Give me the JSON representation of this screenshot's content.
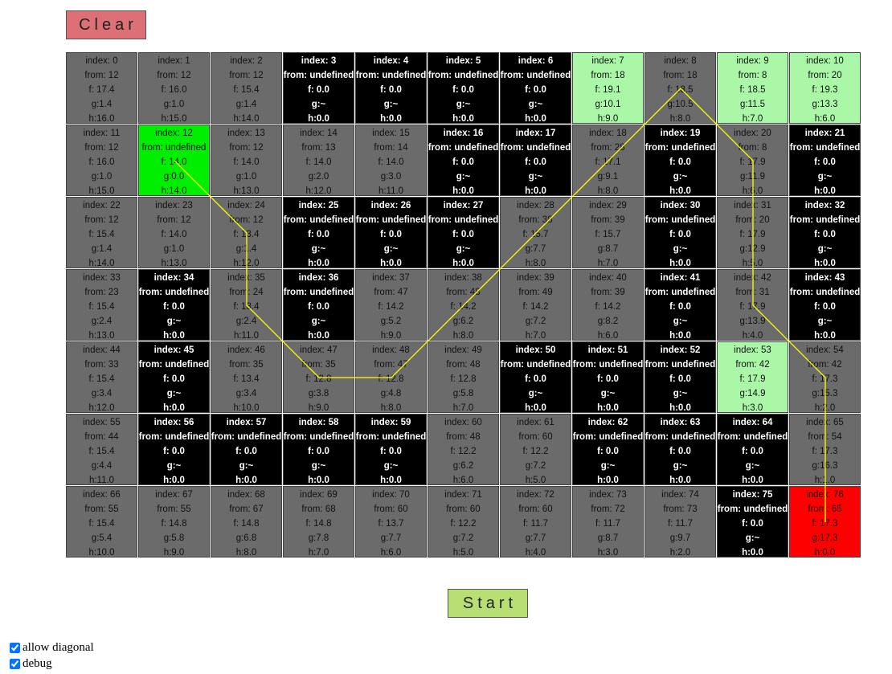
{
  "buttons": {
    "clear_label": "Clear",
    "start_label": "Start"
  },
  "options": {
    "allow_diagonal_label": "allow diagonal",
    "allow_diagonal_checked": true,
    "debug_label": "debug",
    "debug_checked": true
  },
  "colors": {
    "open": "#6b6b6b",
    "wall": "#000000",
    "closed": "#aaf7a8",
    "start": "#00ee00",
    "end": "#ff0000",
    "path": "#ffff00",
    "clear_button": "#dd7076",
    "start_button": "#b8df73"
  },
  "grid": {
    "columns": 11,
    "rows": 7,
    "path": [
      12,
      24,
      35,
      47,
      48,
      38,
      28,
      18,
      8,
      20,
      31,
      42,
      54,
      65,
      76
    ],
    "cells": [
      {
        "type": "open",
        "index": "index: 0",
        "from": "from: 12",
        "f": "f: 17.4",
        "g": "g:1.4",
        "h": "h:16.0"
      },
      {
        "type": "open",
        "index": "index: 1",
        "from": "from: 12",
        "f": "f: 16.0",
        "g": "g:1.0",
        "h": "h:15.0"
      },
      {
        "type": "open",
        "index": "index: 2",
        "from": "from: 12",
        "f": "f: 15.4",
        "g": "g:1.4",
        "h": "h:14.0"
      },
      {
        "type": "wall",
        "index": "index: 3",
        "from": "from: undefined",
        "f": "f: 0.0",
        "g": "g:~",
        "h": "h:0.0"
      },
      {
        "type": "wall",
        "index": "index: 4",
        "from": "from: undefined",
        "f": "f: 0.0",
        "g": "g:~",
        "h": "h:0.0"
      },
      {
        "type": "wall",
        "index": "index: 5",
        "from": "from: undefined",
        "f": "f: 0.0",
        "g": "g:~",
        "h": "h:0.0"
      },
      {
        "type": "wall",
        "index": "index: 6",
        "from": "from: undefined",
        "f": "f: 0.0",
        "g": "g:~",
        "h": "h:0.0"
      },
      {
        "type": "closed",
        "index": "index: 7",
        "from": "from: 18",
        "f": "f: 19.1",
        "g": "g:10.1",
        "h": "h:9.0"
      },
      {
        "type": "open",
        "index": "index: 8",
        "from": "from: 18",
        "f": "f: 18.5",
        "g": "g:10.5",
        "h": "h:8.0"
      },
      {
        "type": "closed",
        "index": "index: 9",
        "from": "from: 8",
        "f": "f: 18.5",
        "g": "g:11.5",
        "h": "h:7.0"
      },
      {
        "type": "closed",
        "index": "index: 10",
        "from": "from: 20",
        "f": "f: 19.3",
        "g": "g:13.3",
        "h": "h:6.0"
      },
      {
        "type": "open",
        "index": "index: 11",
        "from": "from: 12",
        "f": "f: 16.0",
        "g": "g:1.0",
        "h": "h:15.0"
      },
      {
        "type": "start",
        "index": "index: 12",
        "from": "from: undefined",
        "f": "f: 14.0",
        "g": "g:0.0",
        "h": "h:14.0"
      },
      {
        "type": "open",
        "index": "index: 13",
        "from": "from: 12",
        "f": "f: 14.0",
        "g": "g:1.0",
        "h": "h:13.0"
      },
      {
        "type": "open",
        "index": "index: 14",
        "from": "from: 13",
        "f": "f: 14.0",
        "g": "g:2.0",
        "h": "h:12.0"
      },
      {
        "type": "open",
        "index": "index: 15",
        "from": "from: 14",
        "f": "f: 14.0",
        "g": "g:3.0",
        "h": "h:11.0"
      },
      {
        "type": "wall",
        "index": "index: 16",
        "from": "from: undefined",
        "f": "f: 0.0",
        "g": "g:~",
        "h": "h:0.0"
      },
      {
        "type": "wall",
        "index": "index: 17",
        "from": "from: undefined",
        "f": "f: 0.0",
        "g": "g:~",
        "h": "h:0.0"
      },
      {
        "type": "open",
        "index": "index: 18",
        "from": "from: 28",
        "f": "f: 17.1",
        "g": "g:9.1",
        "h": "h:8.0"
      },
      {
        "type": "wall",
        "index": "index: 19",
        "from": "from: undefined",
        "f": "f: 0.0",
        "g": "g:~",
        "h": "h:0.0"
      },
      {
        "type": "open",
        "index": "index: 20",
        "from": "from: 8",
        "f": "f: 17.9",
        "g": "g:11.9",
        "h": "h:6.0"
      },
      {
        "type": "wall",
        "index": "index: 21",
        "from": "from: undefined",
        "f": "f: 0.0",
        "g": "g:~",
        "h": "h:0.0"
      },
      {
        "type": "open",
        "index": "index: 22",
        "from": "from: 12",
        "f": "f: 15.4",
        "g": "g:1.4",
        "h": "h:14.0"
      },
      {
        "type": "open",
        "index": "index: 23",
        "from": "from: 12",
        "f": "f: 14.0",
        "g": "g:1.0",
        "h": "h:13.0"
      },
      {
        "type": "open",
        "index": "index: 24",
        "from": "from: 12",
        "f": "f: 13.4",
        "g": "g:1.4",
        "h": "h:12.0"
      },
      {
        "type": "wall",
        "index": "index: 25",
        "from": "from: undefined",
        "f": "f: 0.0",
        "g": "g:~",
        "h": "h:0.0"
      },
      {
        "type": "wall",
        "index": "index: 26",
        "from": "from: undefined",
        "f": "f: 0.0",
        "g": "g:~",
        "h": "h:0.0"
      },
      {
        "type": "wall",
        "index": "index: 27",
        "from": "from: undefined",
        "f": "f: 0.0",
        "g": "g:~",
        "h": "h:0.0"
      },
      {
        "type": "open",
        "index": "index: 28",
        "from": "from: 38",
        "f": "f: 15.7",
        "g": "g:7.7",
        "h": "h:8.0"
      },
      {
        "type": "open",
        "index": "index: 29",
        "from": "from: 39",
        "f": "f: 15.7",
        "g": "g:8.7",
        "h": "h:7.0"
      },
      {
        "type": "wall",
        "index": "index: 30",
        "from": "from: undefined",
        "f": "f: 0.0",
        "g": "g:~",
        "h": "h:0.0"
      },
      {
        "type": "open",
        "index": "index: 31",
        "from": "from: 20",
        "f": "f: 17.9",
        "g": "g:12.9",
        "h": "h:5.0"
      },
      {
        "type": "wall",
        "index": "index: 32",
        "from": "from: undefined",
        "f": "f: 0.0",
        "g": "g:~",
        "h": "h:0.0"
      },
      {
        "type": "open",
        "index": "index: 33",
        "from": "from: 23",
        "f": "f: 15.4",
        "g": "g:2.4",
        "h": "h:13.0"
      },
      {
        "type": "wall",
        "index": "index: 34",
        "from": "from: undefined",
        "f": "f: 0.0",
        "g": "g:~",
        "h": "h:0.0"
      },
      {
        "type": "open",
        "index": "index: 35",
        "from": "from: 24",
        "f": "f: 13.4",
        "g": "g:2.4",
        "h": "h:11.0"
      },
      {
        "type": "wall",
        "index": "index: 36",
        "from": "from: undefined",
        "f": "f: 0.0",
        "g": "g:~",
        "h": "h:0.0"
      },
      {
        "type": "open",
        "index": "index: 37",
        "from": "from: 47",
        "f": "f: 14.2",
        "g": "g:5.2",
        "h": "h:9.0"
      },
      {
        "type": "open",
        "index": "index: 38",
        "from": "from: 48",
        "f": "f: 14.2",
        "g": "g:6.2",
        "h": "h:8.0"
      },
      {
        "type": "open",
        "index": "index: 39",
        "from": "from: 49",
        "f": "f: 14.2",
        "g": "g:7.2",
        "h": "h:7.0"
      },
      {
        "type": "open",
        "index": "index: 40",
        "from": "from: 39",
        "f": "f: 14.2",
        "g": "g:8.2",
        "h": "h:6.0"
      },
      {
        "type": "wall",
        "index": "index: 41",
        "from": "from: undefined",
        "f": "f: 0.0",
        "g": "g:~",
        "h": "h:0.0"
      },
      {
        "type": "open",
        "index": "index: 42",
        "from": "from: 31",
        "f": "f: 17.9",
        "g": "g:13.9",
        "h": "h:4.0"
      },
      {
        "type": "wall",
        "index": "index: 43",
        "from": "from: undefined",
        "f": "f: 0.0",
        "g": "g:~",
        "h": "h:0.0"
      },
      {
        "type": "open",
        "index": "index: 44",
        "from": "from: 33",
        "f": "f: 15.4",
        "g": "g:3.4",
        "h": "h:12.0"
      },
      {
        "type": "wall",
        "index": "index: 45",
        "from": "from: undefined",
        "f": "f: 0.0",
        "g": "g:~",
        "h": "h:0.0"
      },
      {
        "type": "open",
        "index": "index: 46",
        "from": "from: 35",
        "f": "f: 13.4",
        "g": "g:3.4",
        "h": "h:10.0"
      },
      {
        "type": "open",
        "index": "index: 47",
        "from": "from: 35",
        "f": "f: 12.8",
        "g": "g:3.8",
        "h": "h:9.0"
      },
      {
        "type": "open",
        "index": "index: 48",
        "from": "from: 47",
        "f": "f: 12.8",
        "g": "g:4.8",
        "h": "h:8.0"
      },
      {
        "type": "open",
        "index": "index: 49",
        "from": "from: 48",
        "f": "f: 12.8",
        "g": "g:5.8",
        "h": "h:7.0"
      },
      {
        "type": "wall",
        "index": "index: 50",
        "from": "from: undefined",
        "f": "f: 0.0",
        "g": "g:~",
        "h": "h:0.0"
      },
      {
        "type": "wall",
        "index": "index: 51",
        "from": "from: undefined",
        "f": "f: 0.0",
        "g": "g:~",
        "h": "h:0.0"
      },
      {
        "type": "wall",
        "index": "index: 52",
        "from": "from: undefined",
        "f": "f: 0.0",
        "g": "g:~",
        "h": "h:0.0"
      },
      {
        "type": "closed",
        "index": "index: 53",
        "from": "from: 42",
        "f": "f: 17.9",
        "g": "g:14.9",
        "h": "h:3.0"
      },
      {
        "type": "open",
        "index": "index: 54",
        "from": "from: 42",
        "f": "f: 17.3",
        "g": "g:15.3",
        "h": "h:2.0"
      },
      {
        "type": "open",
        "index": "index: 55",
        "from": "from: 44",
        "f": "f: 15.4",
        "g": "g:4.4",
        "h": "h:11.0"
      },
      {
        "type": "wall",
        "index": "index: 56",
        "from": "from: undefined",
        "f": "f: 0.0",
        "g": "g:~",
        "h": "h:0.0"
      },
      {
        "type": "wall",
        "index": "index: 57",
        "from": "from: undefined",
        "f": "f: 0.0",
        "g": "g:~",
        "h": "h:0.0"
      },
      {
        "type": "wall",
        "index": "index: 58",
        "from": "from: undefined",
        "f": "f: 0.0",
        "g": "g:~",
        "h": "h:0.0"
      },
      {
        "type": "wall",
        "index": "index: 59",
        "from": "from: undefined",
        "f": "f: 0.0",
        "g": "g:~",
        "h": "h:0.0"
      },
      {
        "type": "open",
        "index": "index: 60",
        "from": "from: 48",
        "f": "f: 12.2",
        "g": "g:6.2",
        "h": "h:6.0"
      },
      {
        "type": "open",
        "index": "index: 61",
        "from": "from: 60",
        "f": "f: 12.2",
        "g": "g:7.2",
        "h": "h:5.0"
      },
      {
        "type": "wall",
        "index": "index: 62",
        "from": "from: undefined",
        "f": "f: 0.0",
        "g": "g:~",
        "h": "h:0.0"
      },
      {
        "type": "wall",
        "index": "index: 63",
        "from": "from: undefined",
        "f": "f: 0.0",
        "g": "g:~",
        "h": "h:0.0"
      },
      {
        "type": "wall",
        "index": "index: 64",
        "from": "from: undefined",
        "f": "f: 0.0",
        "g": "g:~",
        "h": "h:0.0"
      },
      {
        "type": "open",
        "index": "index: 65",
        "from": "from: 54",
        "f": "f: 17.3",
        "g": "g:16.3",
        "h": "h:1.0"
      },
      {
        "type": "open",
        "index": "index: 66",
        "from": "from: 55",
        "f": "f: 15.4",
        "g": "g:5.4",
        "h": "h:10.0"
      },
      {
        "type": "open",
        "index": "index: 67",
        "from": "from: 55",
        "f": "f: 14.8",
        "g": "g:5.8",
        "h": "h:9.0"
      },
      {
        "type": "open",
        "index": "index: 68",
        "from": "from: 67",
        "f": "f: 14.8",
        "g": "g:6.8",
        "h": "h:8.0"
      },
      {
        "type": "open",
        "index": "index: 69",
        "from": "from: 68",
        "f": "f: 14.8",
        "g": "g:7.8",
        "h": "h:7.0"
      },
      {
        "type": "open",
        "index": "index: 70",
        "from": "from: 60",
        "f": "f: 13.7",
        "g": "g:7.7",
        "h": "h:6.0"
      },
      {
        "type": "open",
        "index": "index: 71",
        "from": "from: 60",
        "f": "f: 12.2",
        "g": "g:7.2",
        "h": "h:5.0"
      },
      {
        "type": "open",
        "index": "index: 72",
        "from": "from: 60",
        "f": "f: 11.7",
        "g": "g:7.7",
        "h": "h:4.0"
      },
      {
        "type": "open",
        "index": "index: 73",
        "from": "from: 72",
        "f": "f: 11.7",
        "g": "g:8.7",
        "h": "h:3.0"
      },
      {
        "type": "open",
        "index": "index: 74",
        "from": "from: 73",
        "f": "f: 11.7",
        "g": "g:9.7",
        "h": "h:2.0"
      },
      {
        "type": "wall",
        "index": "index: 75",
        "from": "from: undefined",
        "f": "f: 0.0",
        "g": "g:~",
        "h": "h:0.0"
      },
      {
        "type": "end",
        "index": "index: 76",
        "from": "from: 65",
        "f": "f: 17.3",
        "g": "g:17.3",
        "h": "h:0.0"
      }
    ]
  }
}
